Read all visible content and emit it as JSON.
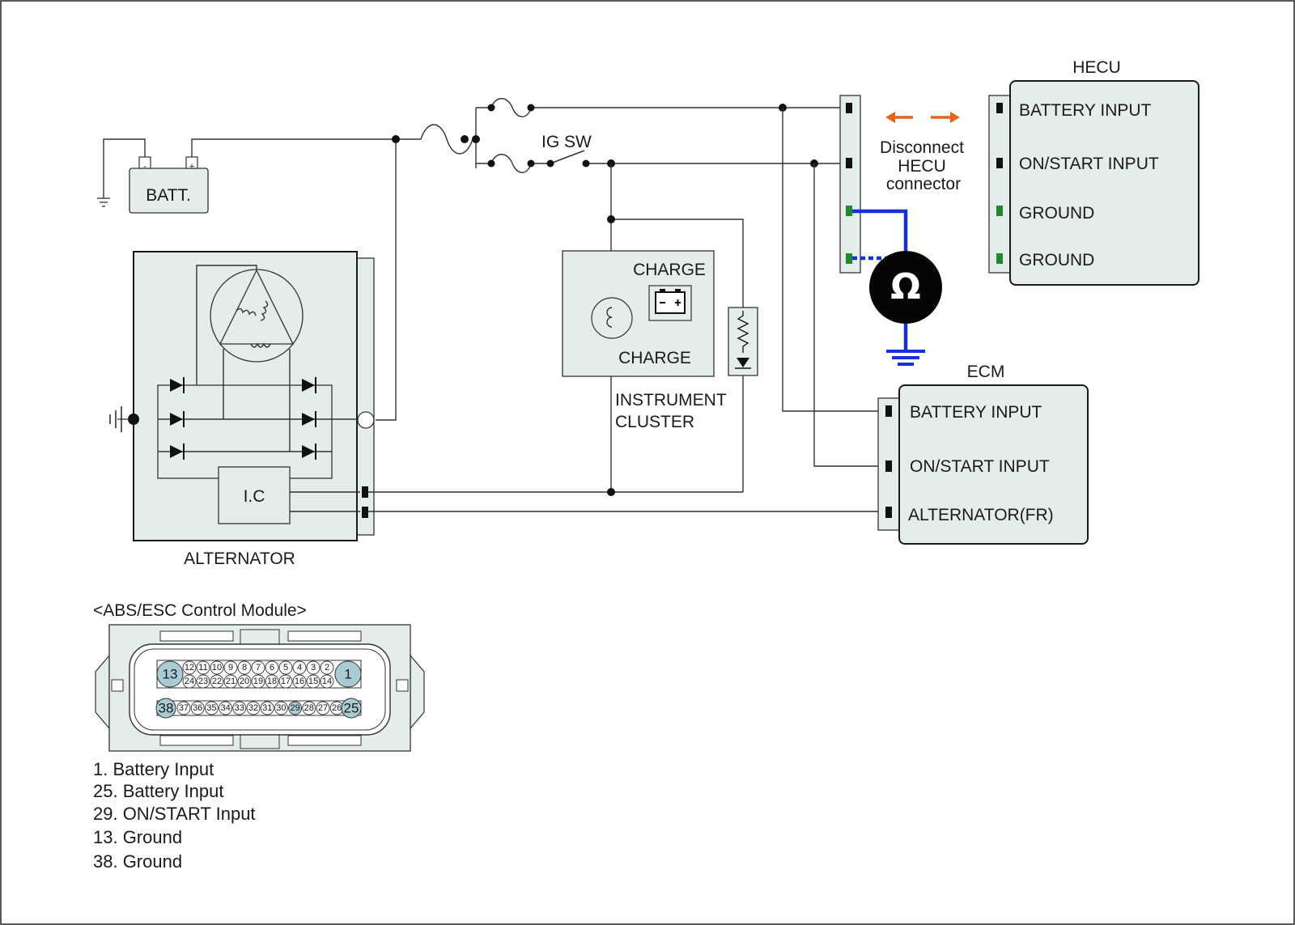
{
  "battery": {
    "label": "BATT.",
    "neg": "-",
    "pos": "+"
  },
  "switch": {
    "label": "IG SW"
  },
  "alternator": {
    "label": "ALTERNATOR",
    "ic_label": "I.C"
  },
  "cluster": {
    "charge_top": "CHARGE",
    "charge_bottom": "CHARGE",
    "label_line1": "INSTRUMENT",
    "label_line2": "CLUSTER"
  },
  "instruction": {
    "line1": "Disconnect",
    "line2": "HECU",
    "line3": "connector"
  },
  "meter": {
    "symbol": "Ω"
  },
  "hecu": {
    "title": "HECU",
    "pins": [
      {
        "label": "BATTERY  INPUT",
        "color": "#1a1a1a"
      },
      {
        "label": "ON/START INPUT",
        "color": "#1a1a1a"
      },
      {
        "label": "GROUND",
        "color": "#1e8a2e"
      },
      {
        "label": "GROUND",
        "color": "#1e8a2e"
      }
    ]
  },
  "ecm": {
    "title": "ECM",
    "pins": [
      {
        "label": "BATTERY  INPUT"
      },
      {
        "label": "ON/START INPUT"
      },
      {
        "label": "ALTERNATOR(FR)"
      }
    ]
  },
  "connector": {
    "title": "<ABS/ESC Control Module>",
    "row_top": [
      "12",
      "11",
      "10",
      "9",
      "8",
      "7",
      "6",
      "5",
      "4",
      "3",
      "2"
    ],
    "row_mid": [
      "24",
      "23",
      "22",
      "21",
      "20",
      "19",
      "18",
      "17",
      "16",
      "15",
      "14"
    ],
    "row_bot": [
      "37",
      "36",
      "35",
      "34",
      "33",
      "32",
      "31",
      "30",
      "29",
      "28",
      "27",
      "26"
    ],
    "big_left_top": "13",
    "big_right_top": "1",
    "big_left_bot": "38",
    "big_right_bot": "25",
    "highlight": [
      "29"
    ]
  },
  "legend": [
    {
      "text": "1. Battery Input",
      "color": "#1a1a1a"
    },
    {
      "text": "25. Battery Input",
      "color": "#1a1a1a"
    },
    {
      "text": "29. ON/START Input",
      "color": "#1a1a1a"
    },
    {
      "text": "13. Ground",
      "color": "#1e8a2e"
    },
    {
      "text": "38. Ground",
      "color": "#1e8a2e"
    }
  ],
  "colors": {
    "probe": "#1530d8",
    "arrow": "#e8641a",
    "ground_label": "#1e8a2e",
    "panel": "#e4ecec",
    "pin_highlight": "#a9cbd3"
  }
}
